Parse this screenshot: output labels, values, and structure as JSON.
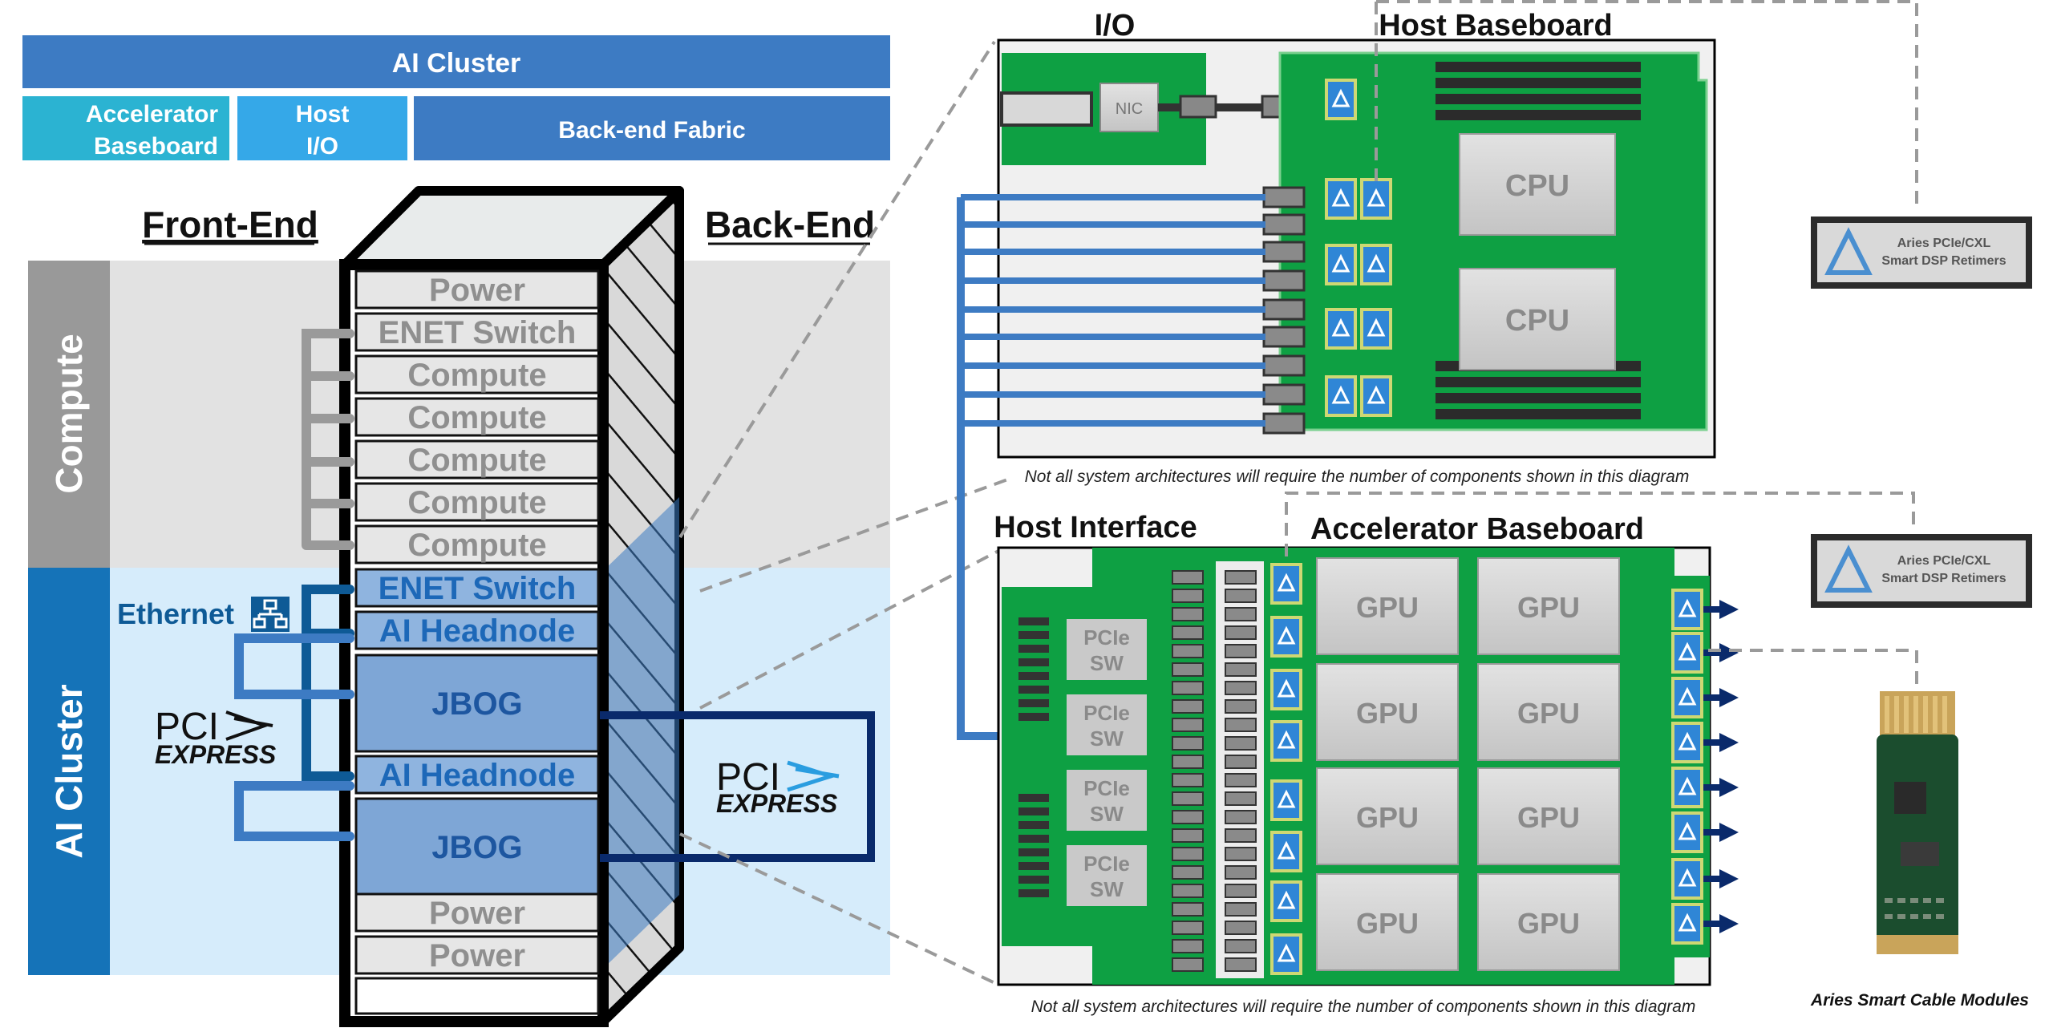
{
  "header": {
    "ai_cluster": "AI Cluster",
    "accelerator_baseboard": [
      "Accelerator",
      "Baseboard"
    ],
    "host_io": [
      "Host",
      "I/O"
    ],
    "backend_fabric": "Back-end Fabric"
  },
  "rack": {
    "front_end": "Front-End",
    "back_end": "Back-End",
    "side_compute": "Compute",
    "side_ai_cluster": "AI Cluster",
    "ethernet": "Ethernet",
    "pci": "PCI",
    "express": "EXPRESS",
    "slots": [
      "Power",
      "ENET Switch",
      "Compute",
      "Compute",
      "Compute",
      "Compute",
      "Compute",
      "ENET Switch",
      "AI Headnode",
      "JBOG",
      "AI Headnode",
      "JBOG",
      "Power",
      "Power"
    ]
  },
  "host_board": {
    "io_title": "I/O",
    "title": "Host Baseboard",
    "nic": "NIC",
    "cpu": [
      "CPU",
      "CPU"
    ],
    "note": "Not all system architectures will require the number of components shown in this diagram"
  },
  "accel_board": {
    "host_interface_title": "Host Interface",
    "title": "Accelerator Baseboard",
    "pcie_sw": [
      [
        "PCIe",
        "SW"
      ],
      [
        "PCIe",
        "SW"
      ],
      [
        "PCIe",
        "SW"
      ],
      [
        "PCIe",
        "SW"
      ]
    ],
    "gpu": [
      "GPU",
      "GPU",
      "GPU",
      "GPU",
      "GPU",
      "GPU",
      "GPU",
      "GPU"
    ],
    "note": "Not all system architectures will require the number of components shown in this diagram"
  },
  "legend": {
    "retimer_1": [
      "Aries PCIe/CXL",
      "Smart DSP Retimers"
    ],
    "retimer_2": [
      "Aries PCIe/CXL",
      "Smart DSP Retimers"
    ],
    "cable_modules": "Aries Smart Cable Modules"
  },
  "colors": {
    "header_blue": "#3d7bc3",
    "teal": "#2bb3d2",
    "light_blue": "#35a8e8",
    "compute_gray": "#999999",
    "ai_blue": "#1573b8",
    "board_green": "#0ea043",
    "pcie_navy": "#0a2a6b"
  }
}
